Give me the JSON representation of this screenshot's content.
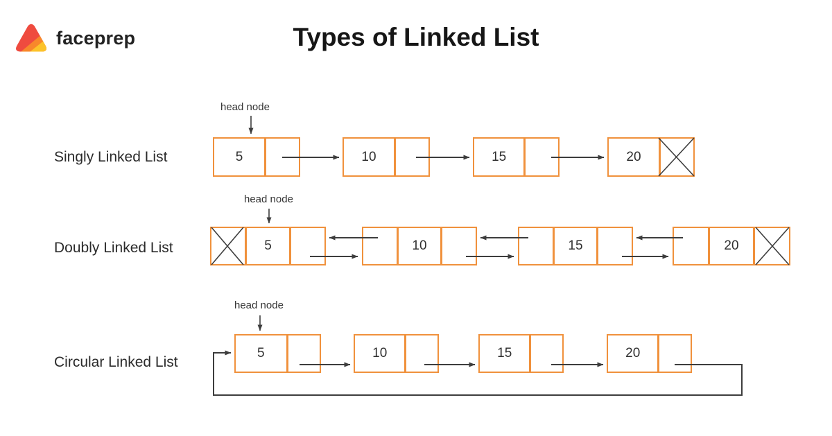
{
  "brand": {
    "name": "faceprep"
  },
  "title": "Types of Linked List",
  "colors": {
    "node_border": "#F0913C",
    "arrow": "#3D3D3D",
    "text": "#2B2B2B",
    "logo_red": "#EF4B3F",
    "logo_orange": "#F8882B",
    "logo_yellow": "#FCC32B"
  },
  "rows": [
    {
      "label": "Singly Linked List",
      "head_label": "head node",
      "nodes": [
        {
          "value": "5"
        },
        {
          "value": "10"
        },
        {
          "value": "15"
        },
        {
          "value": "20"
        }
      ],
      "tail_marker": "null-x"
    },
    {
      "label": "Doubly Linked List",
      "head_label": "head node",
      "nodes": [
        {
          "value": "5"
        },
        {
          "value": "10"
        },
        {
          "value": "15"
        },
        {
          "value": "20"
        }
      ],
      "head_marker": "null-x",
      "tail_marker": "null-x"
    },
    {
      "label": "Circular Linked List",
      "head_label": "head node",
      "nodes": [
        {
          "value": "5"
        },
        {
          "value": "10"
        },
        {
          "value": "15"
        },
        {
          "value": "20"
        }
      ],
      "tail_marker": "loop-to-head"
    }
  ]
}
